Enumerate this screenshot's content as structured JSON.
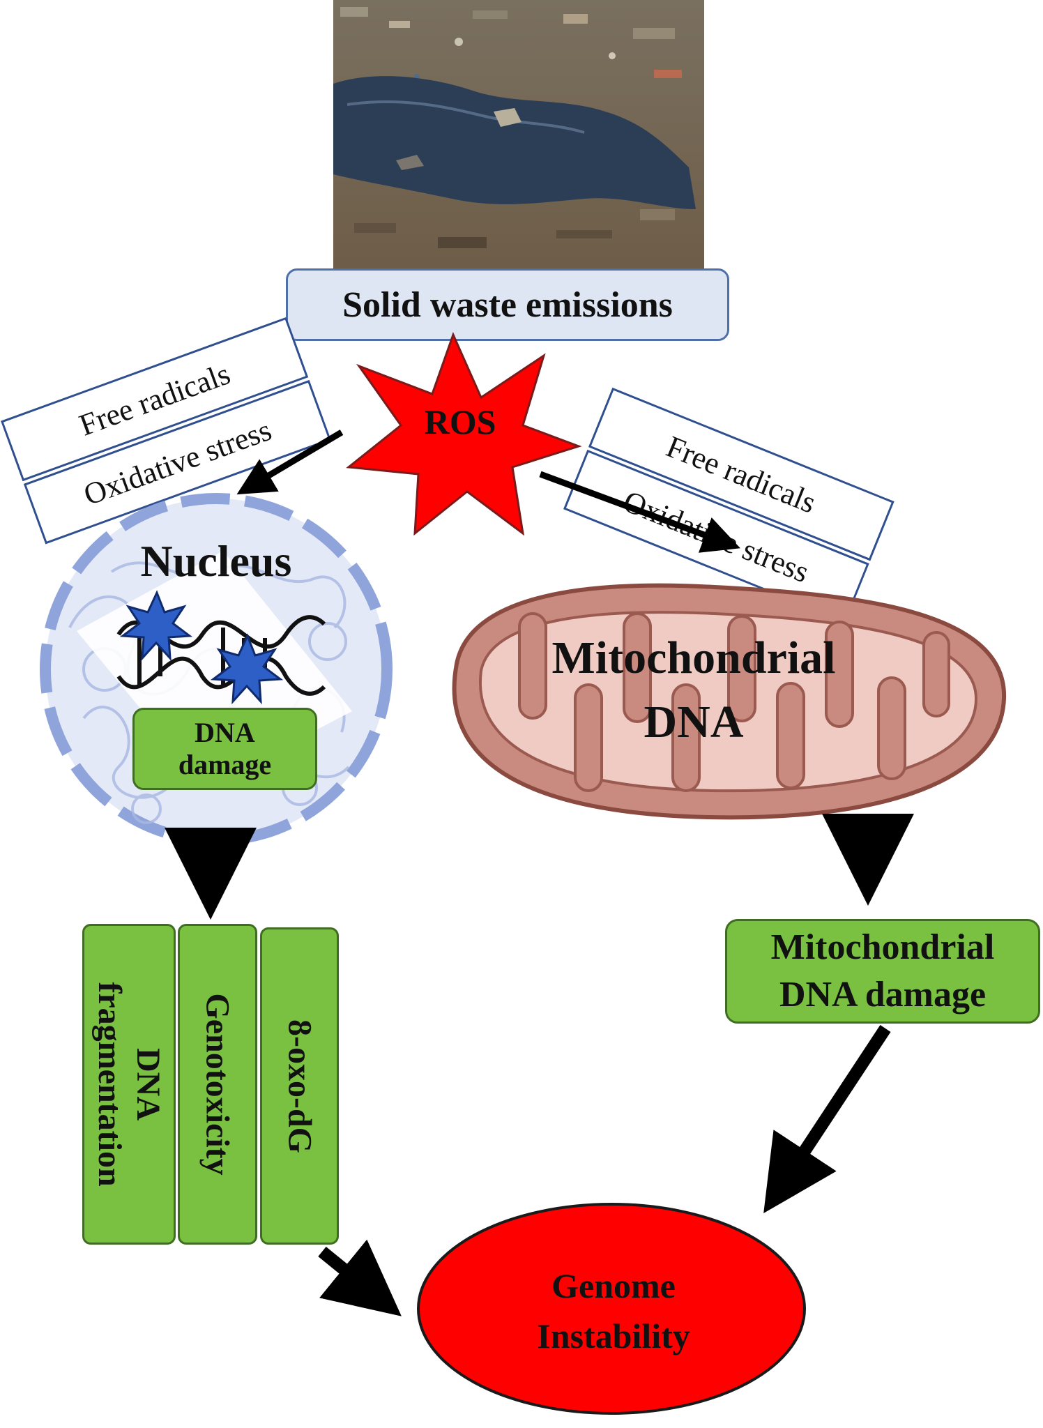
{
  "source": {
    "label": "Solid waste emissions"
  },
  "ros": {
    "label": "ROS"
  },
  "left_effects": {
    "line1": "Free radicals",
    "line2": "Oxidative stress"
  },
  "right_effects": {
    "line1": "Free radicals",
    "line2": "Oxidative stress"
  },
  "nucleus": {
    "title": "Nucleus",
    "damage_line1": "DNA",
    "damage_line2": "damage"
  },
  "mitochondrion": {
    "title_line1": "Mitochondrial",
    "title_line2": "DNA"
  },
  "nuclear_outcomes": {
    "col1_line1": "DNA",
    "col1_line2": "fragmentation",
    "col2": "Genotoxicity",
    "col3": "8-oxo-dG"
  },
  "mito_damage": {
    "line1": "Mitochondrial",
    "line2": "DNA damage"
  },
  "outcome": {
    "line1": "Genome",
    "line2": "Instability"
  },
  "colors": {
    "ros_red": "#ff0000",
    "green_box": "#7ac142",
    "blue_box": "#dfe6f3",
    "nucleus_blue": "#8fa4da",
    "mito_outer": "#c98a7f",
    "mito_inner": "#f0cbc4"
  }
}
